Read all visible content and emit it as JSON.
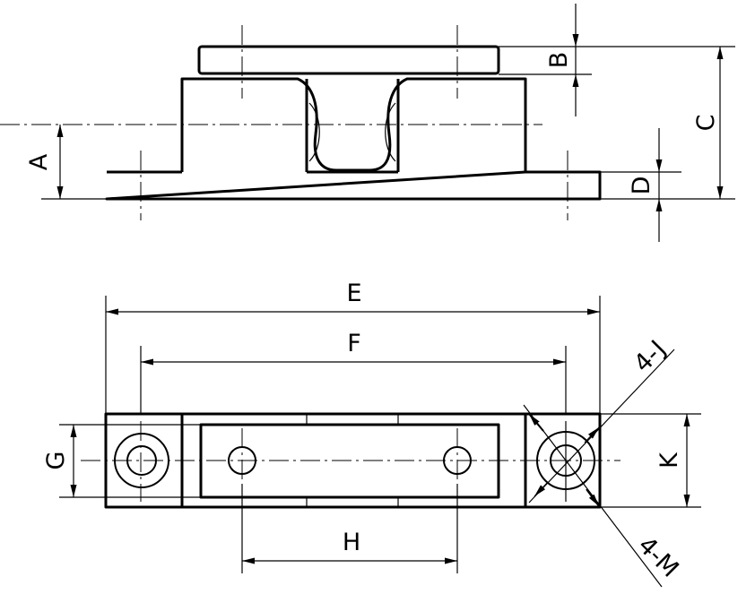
{
  "labels": {
    "A": "A",
    "B": "B",
    "C": "C",
    "D": "D",
    "E": "E",
    "F": "F",
    "G": "G",
    "H": "H",
    "K": "K",
    "J": "4-J",
    "M": "4-M"
  },
  "colors": {
    "line": "#000000",
    "background": "#ffffff"
  }
}
